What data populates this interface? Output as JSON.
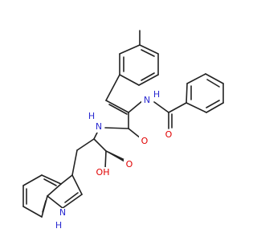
{
  "colors": {
    "bond": "#222222",
    "oxygen": "#e00000",
    "nitrogen": "#2b2bd1",
    "background": "#ffffff"
  },
  "atom_labels": {
    "nh_amide_left": "N",
    "h_amide_left": "H",
    "nh_amide_right": "H",
    "n_amide_right": "N",
    "o_benzoyl": "O",
    "o_amide": "O",
    "oh_acid": "OH",
    "o_acid": "O",
    "n_indole": "N",
    "h_indole": "H"
  }
}
